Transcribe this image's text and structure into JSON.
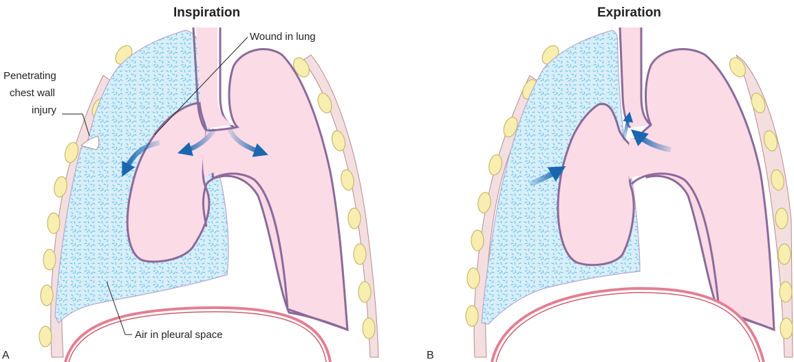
{
  "panels": [
    {
      "title": "Inspiration",
      "letter": "A",
      "labels": {
        "wound": "Wound in lung",
        "chest_wall": [
          "Penetrating",
          "chest wall",
          "injury"
        ],
        "pleural_air": "Air in pleural space"
      }
    },
    {
      "title": "Expiration",
      "letter": "B"
    }
  ],
  "colors": {
    "pleural_air": "#d8eef8",
    "air_speckle": "#5bc0e8",
    "lung_fill": "#fadbe6",
    "lung_outline": "#8a6a9a",
    "lung_inner_border": "#d9c6e3",
    "rib": "#f7eeb0",
    "rib_outline": "#c8b86a",
    "chest_wall": "#f3dfe0",
    "diaphragm": "#e37f92",
    "arrow": "#1a67b0"
  }
}
